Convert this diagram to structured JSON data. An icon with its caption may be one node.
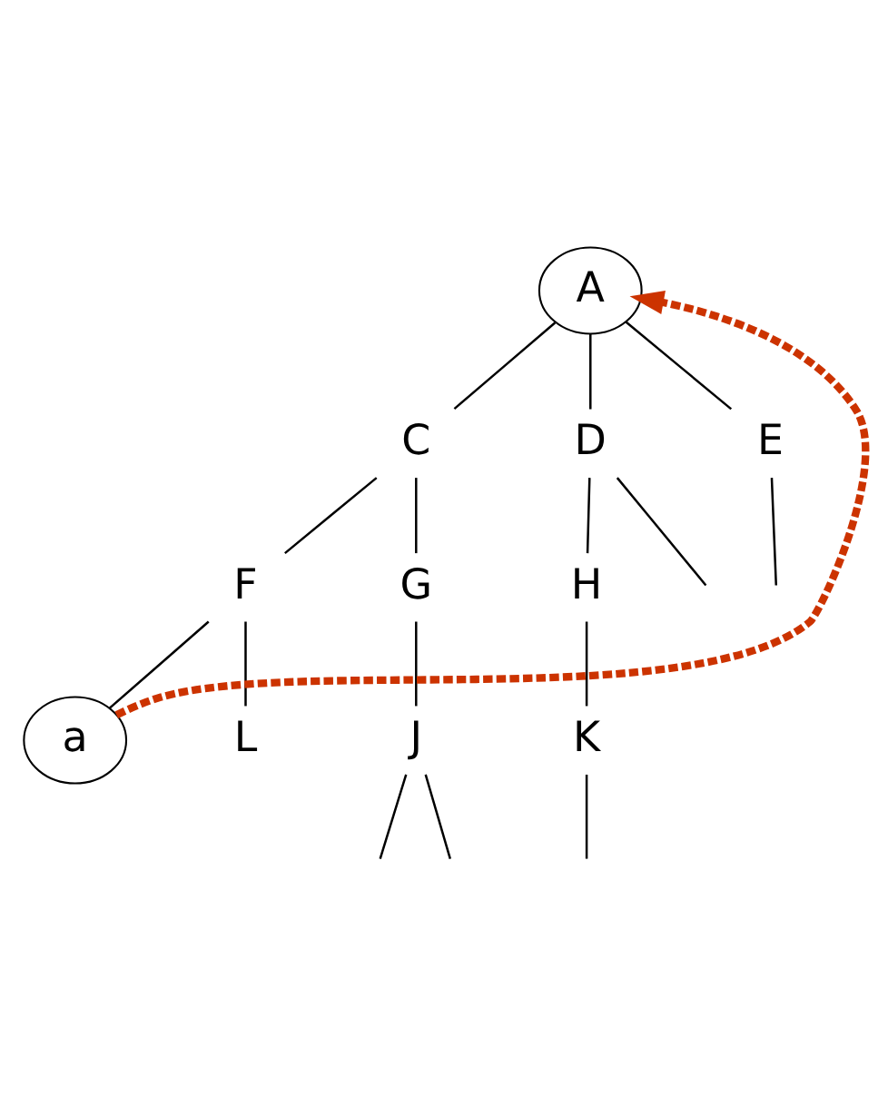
{
  "diagram": {
    "nodes": [
      {
        "text": [
          "A"
        ]
      },
      {
        "text": [
          "C"
        ]
      },
      {
        "text": [
          "D"
        ]
      },
      {
        "text": [
          "E"
        ]
      },
      {
        "text": [
          "F"
        ]
      },
      {
        "text": [
          "G"
        ]
      },
      {
        "text": [
          "H"
        ]
      },
      {
        "text": [
          "a"
        ]
      },
      {
        "text": [
          "L"
        ]
      },
      {
        "text": [
          "J"
        ]
      },
      {
        "text": [
          "K"
        ]
      }
    ],
    "edges": [
      {
        "from": 0,
        "to": 1,
        "arrow": "none"
      },
      {
        "from": 0,
        "to": 2,
        "arrow": "none"
      },
      {
        "from": 0,
        "to": 3,
        "arrow": "none"
      },
      {
        "from": 1,
        "to": 4,
        "arrow": "none"
      },
      {
        "from": 1,
        "to": 5,
        "arrow": "none"
      },
      {
        "from": 2,
        "to": 6,
        "arrow": "none"
      },
      {
        "from": 2,
        "to": null,
        "arrow": "none"
      },
      {
        "from": 3,
        "to": null,
        "arrow": "none"
      },
      {
        "from": 4,
        "to": 7,
        "arrow": "none"
      },
      {
        "from": 4,
        "to": 8,
        "arrow": "none"
      },
      {
        "from": 5,
        "to": 9,
        "arrow": "none"
      },
      {
        "from": 6,
        "to": 10,
        "arrow": "none"
      },
      {
        "from": 9,
        "to": null,
        "arrow": "none"
      },
      {
        "from": 9,
        "to": null,
        "arrow": "none"
      },
      {
        "from": 10,
        "to": null,
        "arrow": "none"
      },
      {
        "from": 7,
        "to": 0,
        "arrow": "to",
        "style": "dashed",
        "color": "#cc3300"
      }
    ]
  }
}
